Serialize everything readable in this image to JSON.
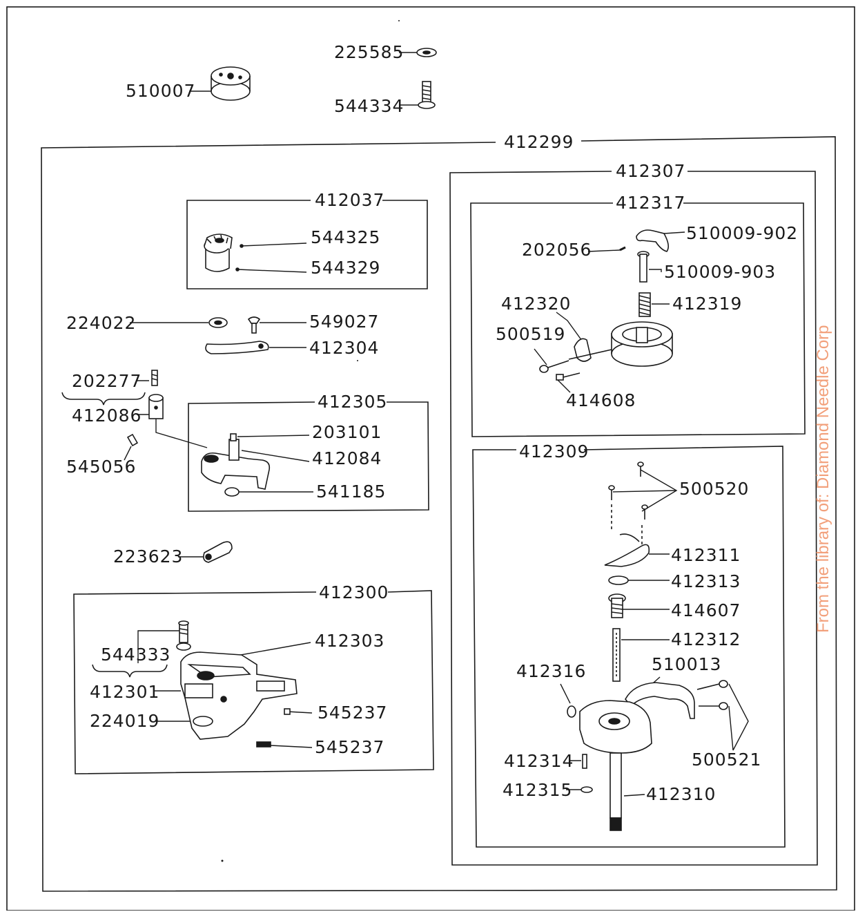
{
  "watermark": {
    "text": "From the library of: Diamond Needle Corp",
    "color": "#f2a07b"
  },
  "colors": {
    "ink": "#1a1a1a",
    "paper": "#ffffff"
  },
  "groups": {
    "g412299": "412299",
    "g412307": "412307",
    "g412317": "412317",
    "g412037": "412037",
    "g412305": "412305",
    "g412300": "412300",
    "g412309": "412309"
  },
  "parts": {
    "p225585": "225585",
    "p510007": "510007",
    "p544334": "544334",
    "p544325": "544325",
    "p544329": "544329",
    "p224022": "224022",
    "p549027": "549027",
    "p412304": "412304",
    "p202277": "202277",
    "p412086": "412086",
    "p545056": "545056",
    "p203101": "203101",
    "p412084": "412084",
    "p541185": "541185",
    "p223623": "223623",
    "p544333": "544333",
    "p412303": "412303",
    "p412301": "412301",
    "p224019": "224019",
    "p545237a": "545237",
    "p545237b": "545237",
    "p510009_902": "510009-902",
    "p202056": "202056",
    "p510009_903": "510009-903",
    "p412320": "412320",
    "p412319": "412319",
    "p500519": "500519",
    "p414608": "414608",
    "p500520": "500520",
    "p412311": "412311",
    "p412313": "412313",
    "p414607": "414607",
    "p412312": "412312",
    "p412316": "412316",
    "p510013": "510013",
    "p412314": "412314",
    "p500521": "500521",
    "p412315": "412315",
    "p412310": "412310"
  }
}
